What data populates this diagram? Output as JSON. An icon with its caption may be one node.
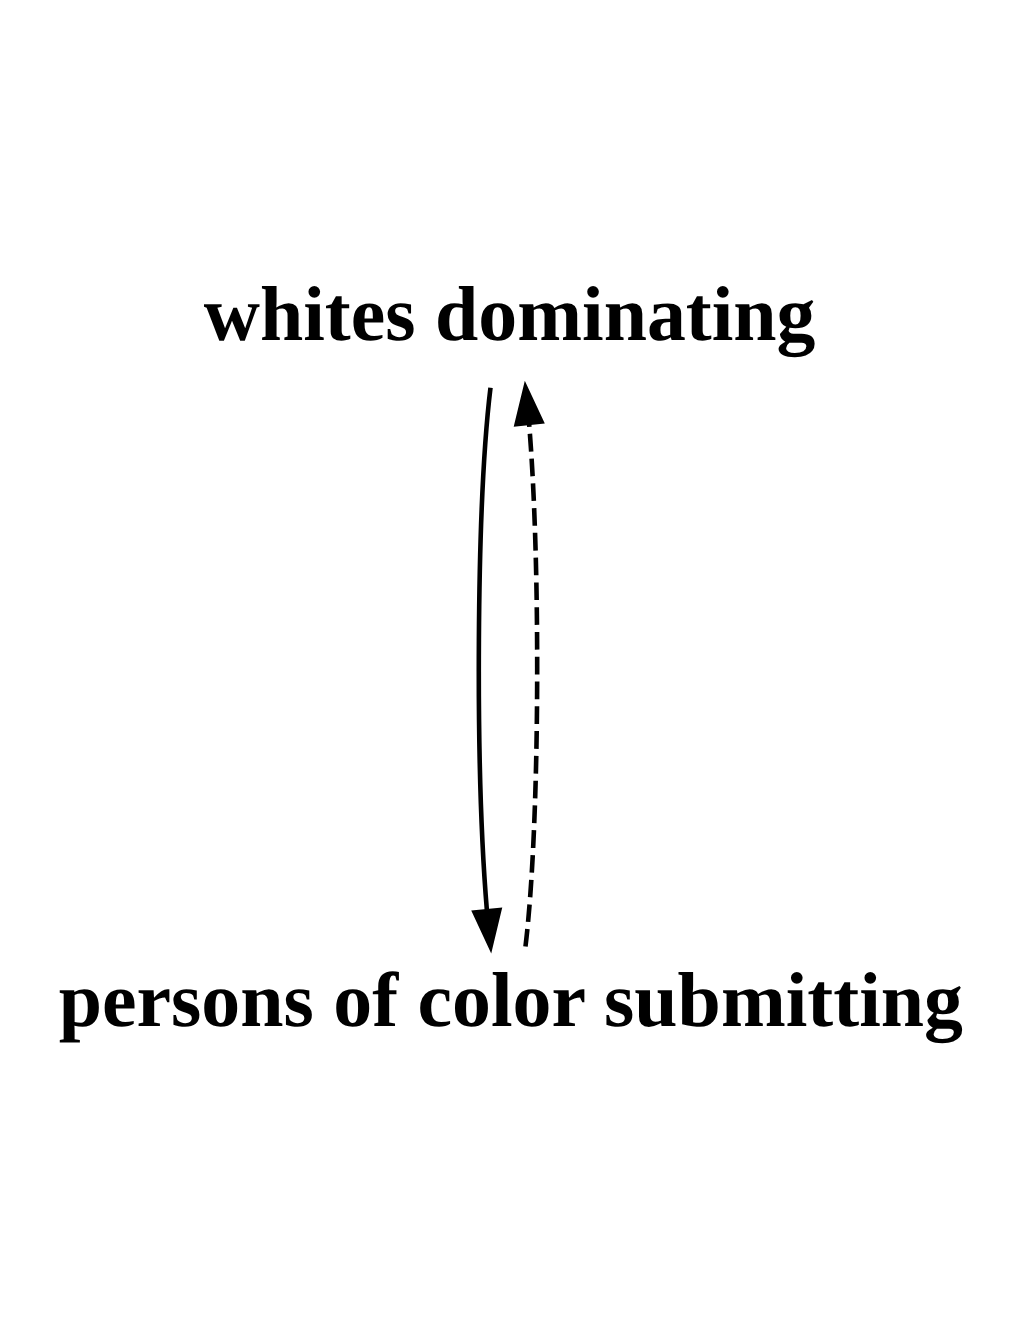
{
  "diagram": {
    "nodes": [
      {
        "text": [
          "whites dominating"
        ]
      },
      {
        "text": [
          "persons of color submitting"
        ]
      }
    ],
    "edges": [
      {
        "from": 0,
        "to": 1,
        "arrow": "to"
      },
      {
        "from": 1,
        "to": 0,
        "arrow": "to",
        "style": "dashed"
      }
    ]
  }
}
